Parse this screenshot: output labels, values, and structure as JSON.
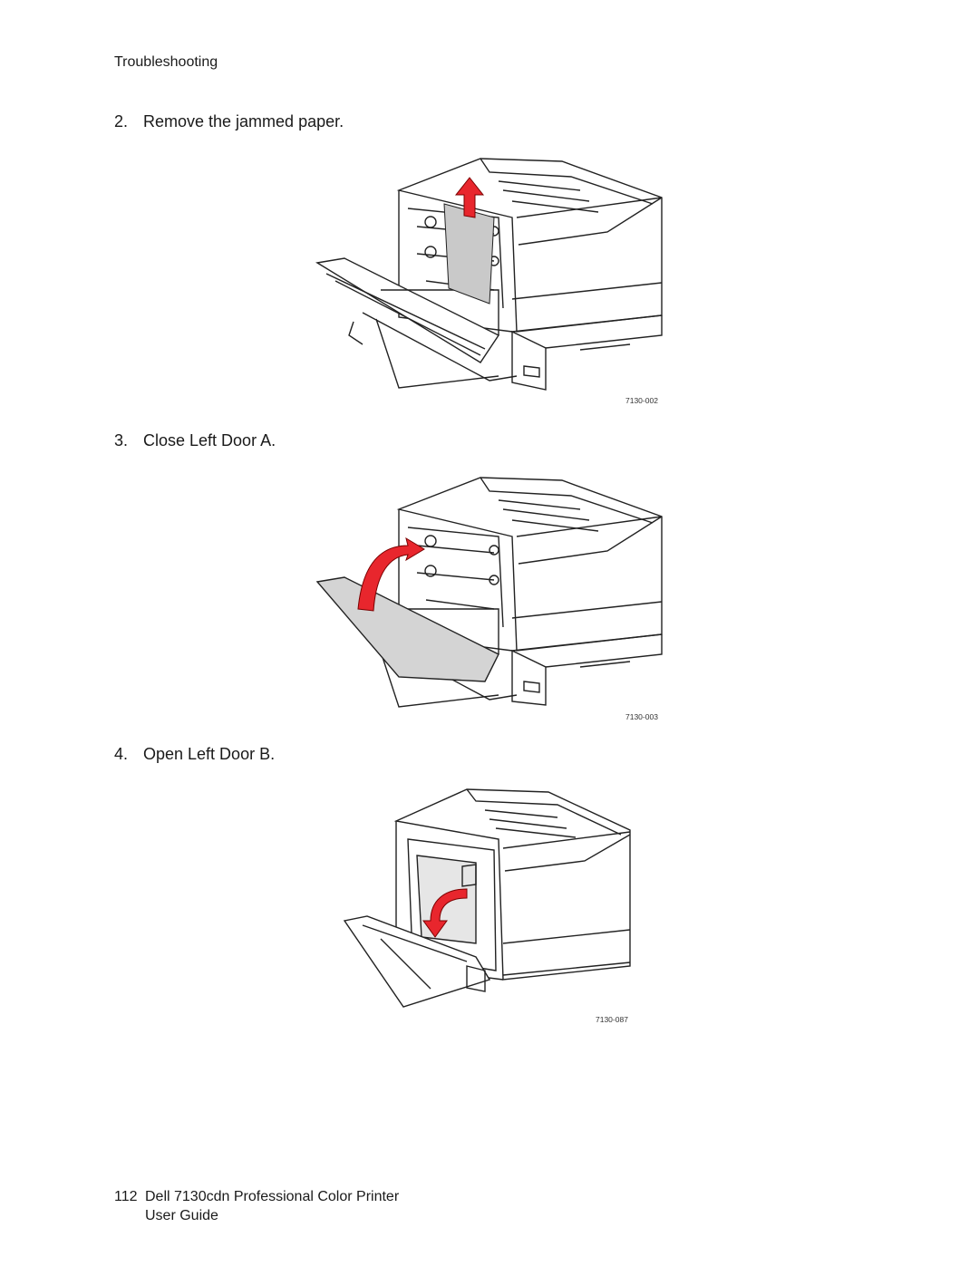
{
  "header": {
    "section": "Troubleshooting"
  },
  "steps": [
    {
      "number": "2.",
      "text": "Remove the jammed paper.",
      "figure_id": "7130-002"
    },
    {
      "number": "3.",
      "text": "Close Left Door A.",
      "figure_id": "7130-003"
    },
    {
      "number": "4.",
      "text": "Open Left Door B.",
      "figure_id": "7130-087"
    }
  ],
  "footer": {
    "page_number": "112",
    "title_line1": "Dell 7130cdn Professional Color Printer",
    "title_line2": "User Guide"
  },
  "colors": {
    "arrow": "#e8262d",
    "paper": "#c9c9c9",
    "door": "#d4d4d4"
  }
}
